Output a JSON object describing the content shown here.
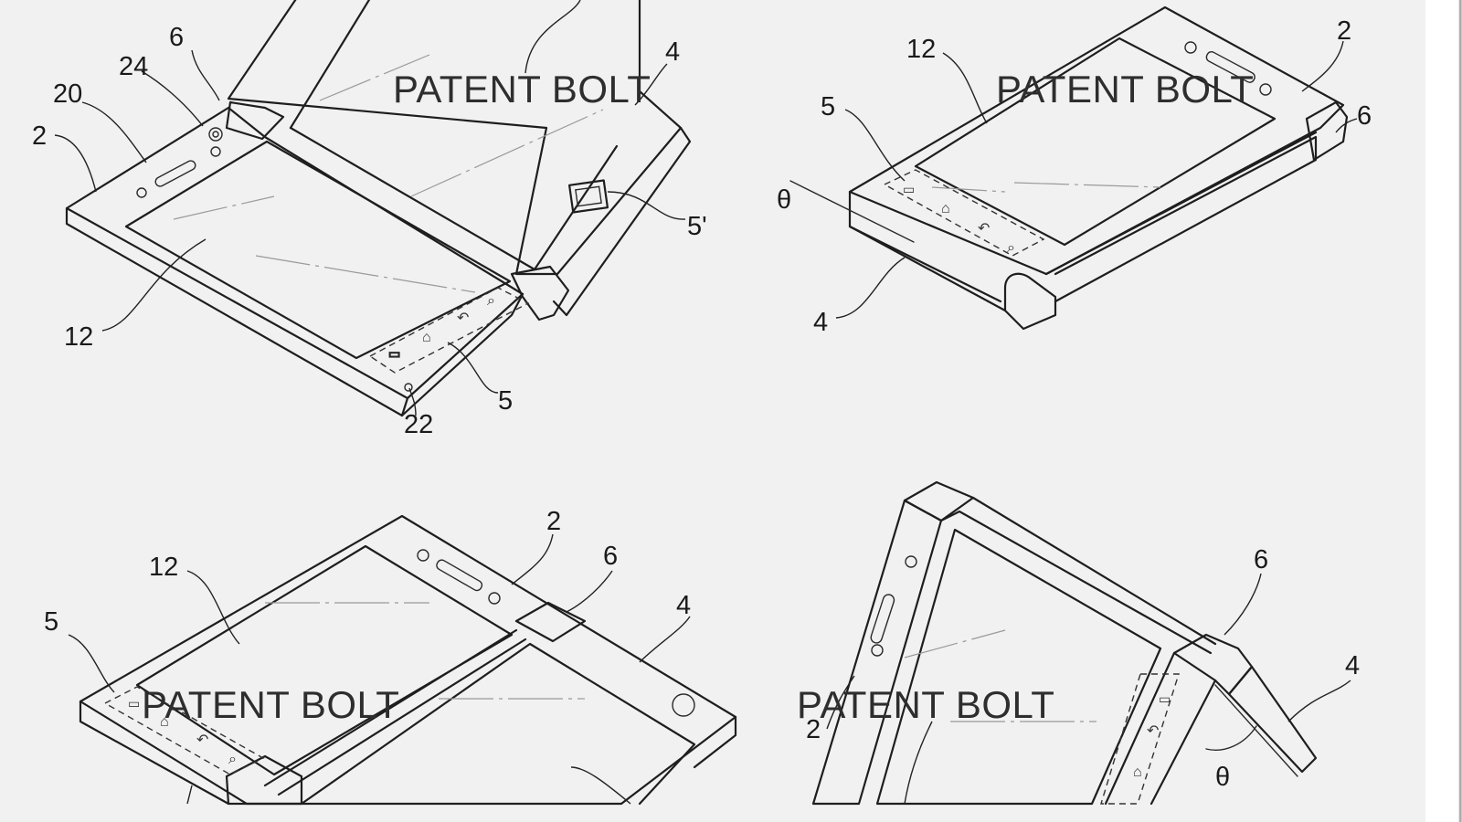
{
  "watermark": "PATENT BOLT",
  "figures": {
    "top_left": {
      "labels": {
        "l6": "6",
        "l24": "24",
        "l20": "20",
        "l2": "2",
        "l4": "4",
        "l5p": "5'",
        "l12": "12",
        "l5": "5",
        "l22": "22"
      }
    },
    "top_right": {
      "labels": {
        "l12": "12",
        "l2": "2",
        "l5": "5",
        "l6": "6",
        "ltheta": "θ",
        "l4": "4"
      }
    },
    "bottom_left": {
      "labels": {
        "l12": "12",
        "l2": "2",
        "l6": "6",
        "l5": "5",
        "l4": "4"
      }
    },
    "bottom_right": {
      "labels": {
        "l6": "6",
        "l4": "4",
        "l2": "2",
        "ltheta": "θ"
      }
    }
  }
}
